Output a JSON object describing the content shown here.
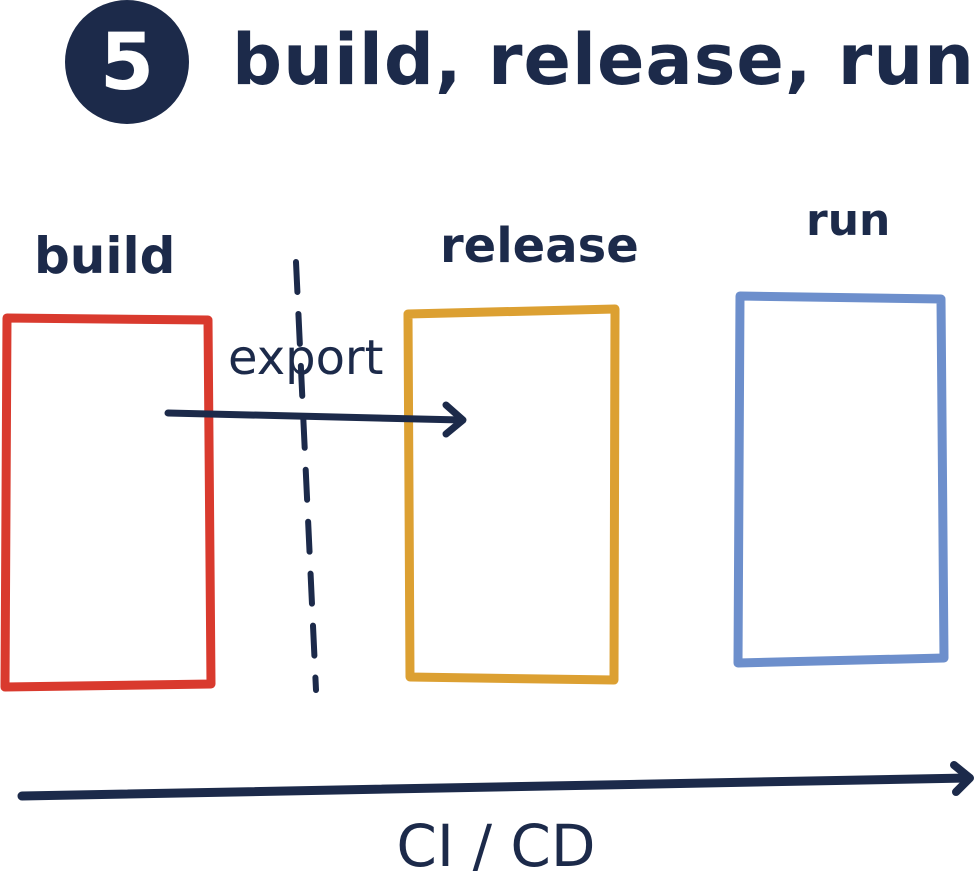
{
  "header": {
    "badge_number": "5",
    "title": "build, release, run"
  },
  "stages": {
    "build": {
      "label": "build",
      "color": "#d93a2e"
    },
    "release": {
      "label": "release",
      "color": "#dca032"
    },
    "run": {
      "label": "run",
      "color": "#6d8fcc"
    }
  },
  "export_label": "export",
  "timeline_label": "CI / CD",
  "colors": {
    "ink": "#1c2a4a",
    "background": "#ffffff"
  }
}
